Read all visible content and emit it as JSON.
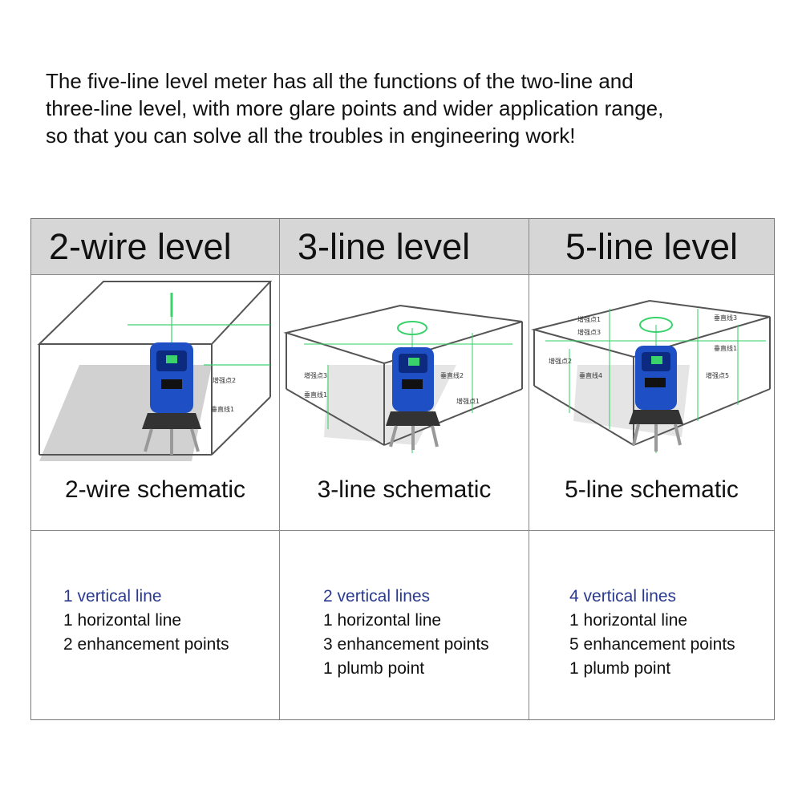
{
  "intro": {
    "lines": [
      "The five-line level meter has all the functions of the two-line and",
      "three-line level, with more glare points and wider application range,",
      "so that you can solve all the troubles in engineering work!"
    ]
  },
  "columns": [
    {
      "title": "2-wire level",
      "caption": "2-wire schematic",
      "specs": [
        "1 vertical line",
        "1 horizontal line",
        "2 enhancement points"
      ],
      "labels": [
        "增强点2",
        "垂直线1"
      ]
    },
    {
      "title": "3-line level",
      "caption": "3-line schematic",
      "specs": [
        "2 vertical lines",
        "1 horizontal line",
        "3 enhancement points",
        "1 plumb point"
      ],
      "labels": [
        "增强点3",
        "垂直线2",
        "垂直线1",
        "增强点1"
      ]
    },
    {
      "title": "5-line level",
      "caption": "5-line schematic",
      "specs": [
        "4 vertical lines",
        "1 horizontal line",
        "5 enhancement points",
        "1 plumb point"
      ],
      "labels": [
        "垂直线3",
        "增强点1",
        "增强点3",
        "垂直线1",
        "增强点2",
        "垂直线4",
        "增强点5"
      ]
    }
  ],
  "colors": {
    "header_bg": "#d6d6d6",
    "laser": "#39d26b",
    "device_blue": "#1f4fc4",
    "highlight_text": "#2b3a8f"
  }
}
